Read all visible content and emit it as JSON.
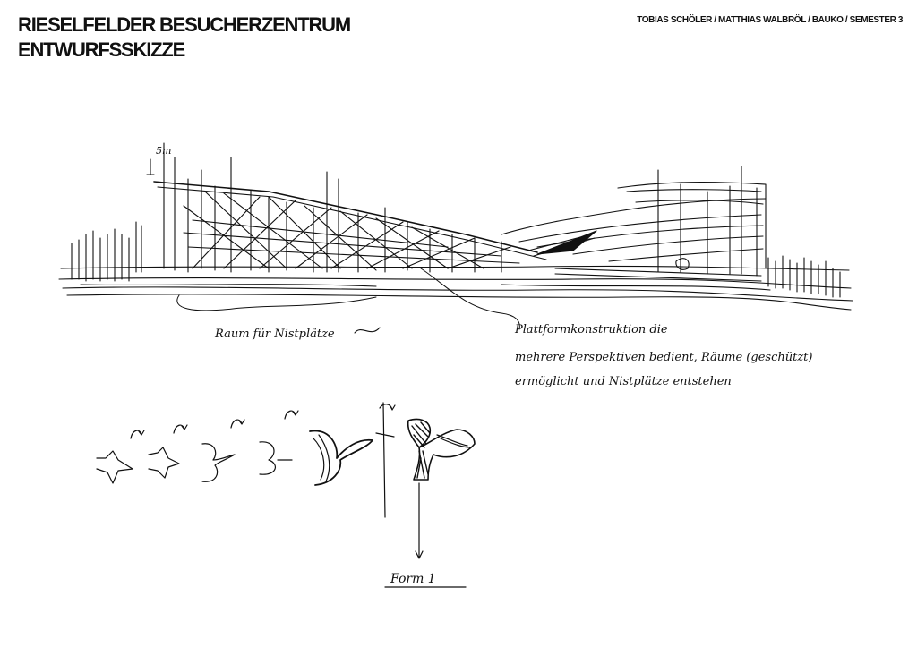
{
  "header": {
    "title_line_1": "RIESELFELDER BESUCHERZENTRUM",
    "title_line_2": "ENTWURFSSKIZZE",
    "authors": "TOBIAS SCHÖLER / MATTHIAS WALBRÖL / BAUKO / SEMESTER 3"
  },
  "sketch": {
    "height_mark": "5m",
    "note_left": "Raum für Nistplätze",
    "note_right_lines": [
      "Plattformkonstruktion die",
      "mehrere Perspektiven bedient, Räume (geschützt)",
      "ermöglicht und Nistplätze entstehen"
    ],
    "form_label": "Form 1",
    "ink_color": "#111111"
  }
}
